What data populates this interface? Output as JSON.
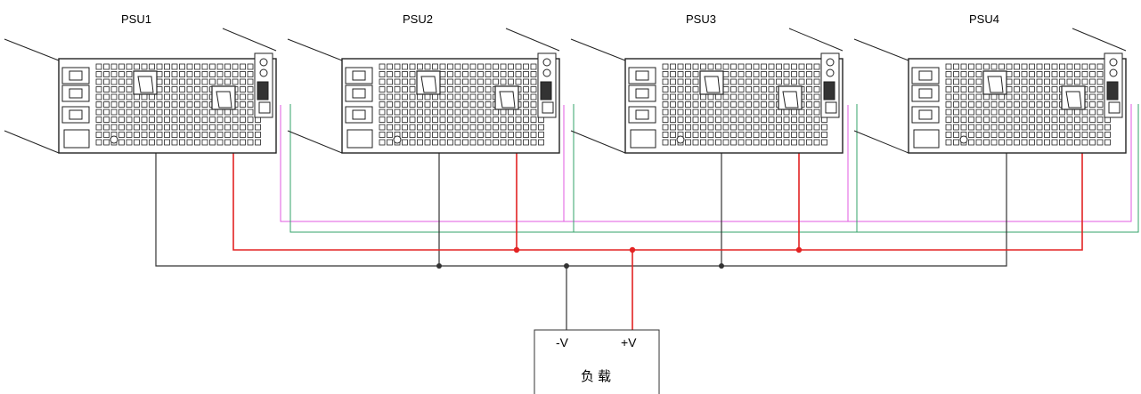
{
  "psus": [
    {
      "label": "PSU1"
    },
    {
      "label": "PSU2"
    },
    {
      "label": "PSU3"
    },
    {
      "label": "PSU4"
    }
  ],
  "load": {
    "minus_label": "-V",
    "plus_label": "+V",
    "name": "负载"
  },
  "colors": {
    "neg_wire": "#333333",
    "pos_wire": "#e32323",
    "sense_a": "#e15ae1",
    "sense_b": "#33a36a"
  }
}
